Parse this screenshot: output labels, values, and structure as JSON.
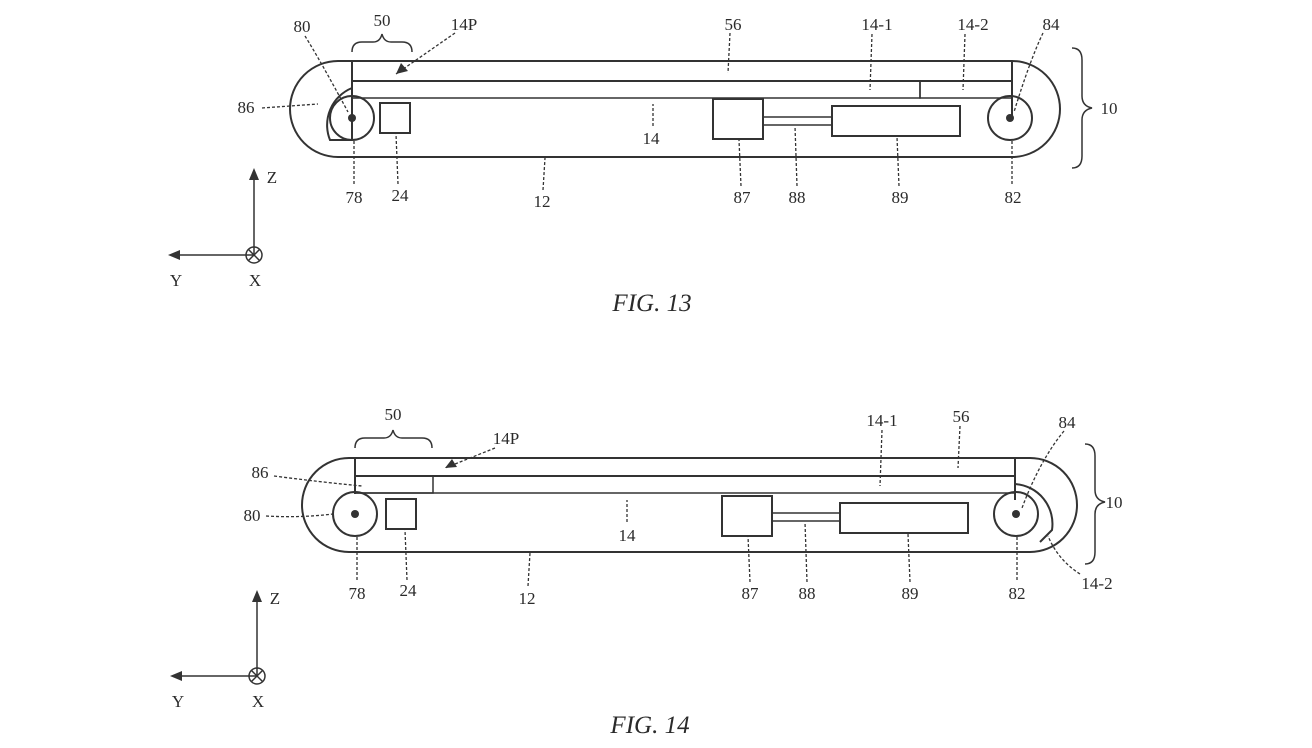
{
  "fig13": {
    "caption": "FIG. 13",
    "labels": {
      "l80": "80",
      "l50": "50",
      "l14P": "14P",
      "l56": "56",
      "l14_1": "14-1",
      "l14_2": "14-2",
      "l84": "84",
      "l10": "10",
      "l86": "86",
      "l14": "14",
      "l78": "78",
      "l24": "24",
      "l12": "12",
      "l87": "87",
      "l88": "88",
      "l89": "89",
      "l82": "82"
    },
    "axes": {
      "z": "Z",
      "y": "Y",
      "x": "X"
    }
  },
  "fig14": {
    "caption": "FIG. 14",
    "labels": {
      "l50": "50",
      "l14P": "14P",
      "l14_1": "14-1",
      "l56": "56",
      "l84": "84",
      "l86": "86",
      "l10": "10",
      "l80": "80",
      "l14": "14",
      "l78": "78",
      "l24": "24",
      "l12": "12",
      "l87": "87",
      "l88": "88",
      "l89": "89",
      "l82": "82",
      "l14_2": "14-2"
    },
    "axes": {
      "z": "Z",
      "y": "Y",
      "x": "X"
    }
  }
}
